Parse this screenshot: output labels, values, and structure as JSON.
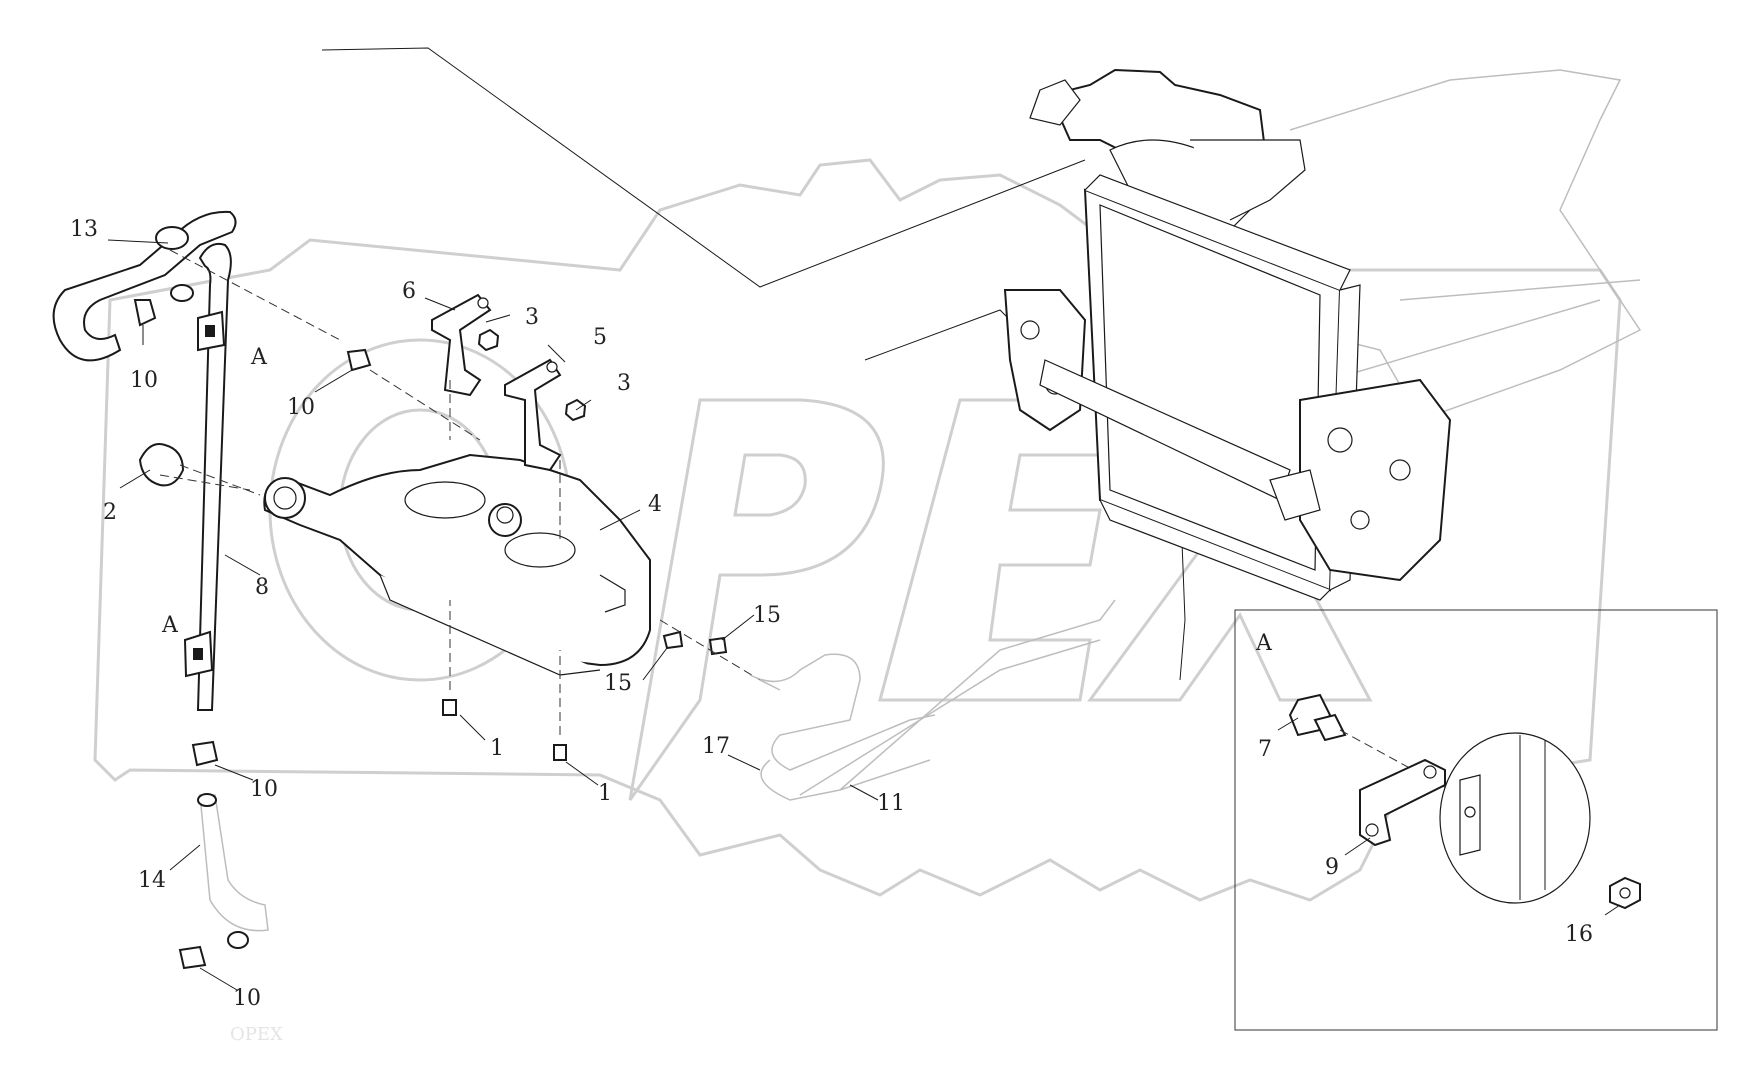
{
  "diagram": {
    "watermark": "OPEX",
    "labels": {
      "n1a": "1",
      "n1b": "1",
      "n2": "2",
      "n3a": "3",
      "n3b": "3",
      "n4": "4",
      "n5": "5",
      "n6": "6",
      "n7": "7",
      "n8": "8",
      "n9": "9",
      "n10a": "10",
      "n10b": "10",
      "n10c": "10",
      "n10d": "10",
      "n11": "11",
      "n13": "13",
      "n14": "14",
      "n15a": "15",
      "n15b": "15",
      "n16": "16",
      "n17": "17",
      "A1": "A",
      "A2": "A",
      "A3": "A"
    }
  }
}
